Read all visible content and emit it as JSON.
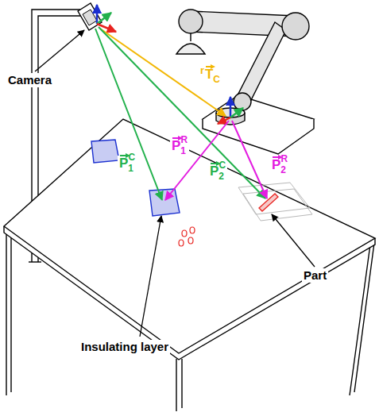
{
  "diagram": {
    "labels": [
      "Camera",
      "rTC",
      "P1C",
      "P1R",
      "P2C",
      "P2R",
      "Part",
      "Insulating layer"
    ]
  }
}
